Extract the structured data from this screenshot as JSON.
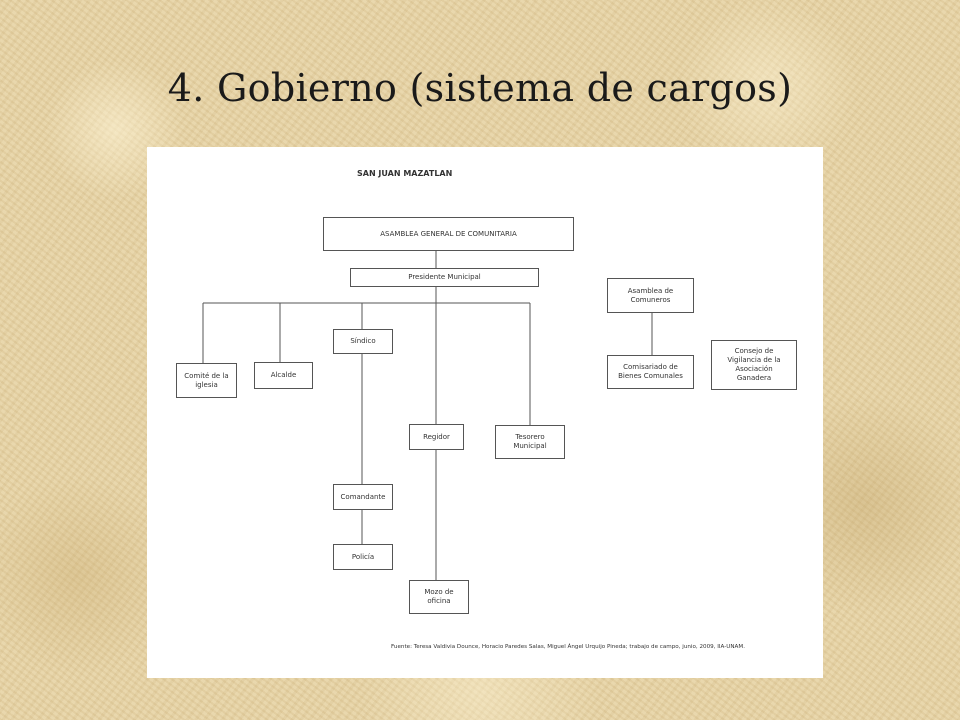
{
  "slide": {
    "title": "4. Gobierno (sistema de cargos)"
  },
  "chart": {
    "title": "SAN JUAN MAZATLAN",
    "source": "Fuente: Teresa Valdivia Dounce, Horacio Paredes Salas, Miguel Ángel Urquijo Pineda; trabajo de campo, junio, 2009, IIA-UNAM.",
    "nodes": {
      "asamblea_general": "ASAMBLEA GENERAL DE COMUNITARIA",
      "presidente": "Presidente Municipal",
      "sindico": "Síndico",
      "comite_iglesia": "Comité de la\niglesia",
      "alcalde": "Alcalde",
      "regidor": "Regidor",
      "tesorero": "Tesorero\nMunicipal",
      "comandante": "Comandante",
      "policia": "Policía",
      "mozo": "Mozo de\noficina",
      "asamblea_comuneros": "Asamblea de\nComuneros",
      "comisariado": "Comisariado de\nBienes Comunales",
      "consejo": "Consejo de\nVigilancia de la\nAsociación\nGanadera"
    }
  }
}
